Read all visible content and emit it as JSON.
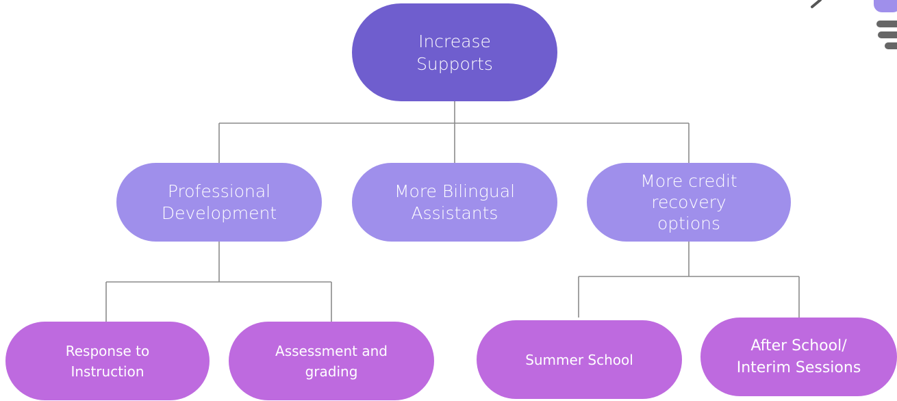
{
  "diagram": {
    "root": {
      "label": "Increase\nSupports"
    },
    "level1": [
      {
        "label": "Professional\nDevelopment"
      },
      {
        "label": "More Bilingual\nAssistants"
      },
      {
        "label": "More credit\nrecovery\noptions"
      }
    ],
    "level2": [
      {
        "label": "Response to\nInstruction"
      },
      {
        "label": "Assessment and\ngrading"
      },
      {
        "label": "Summer School"
      },
      {
        "label": "After School/\nInterim Sessions"
      }
    ],
    "colors": {
      "root": "#6F5ECE",
      "level1": "#9F8FEB",
      "level2": "#BE6ADF",
      "connector": "#8A8A8A"
    },
    "icons": {
      "corner": "lightbulb-icon"
    }
  }
}
